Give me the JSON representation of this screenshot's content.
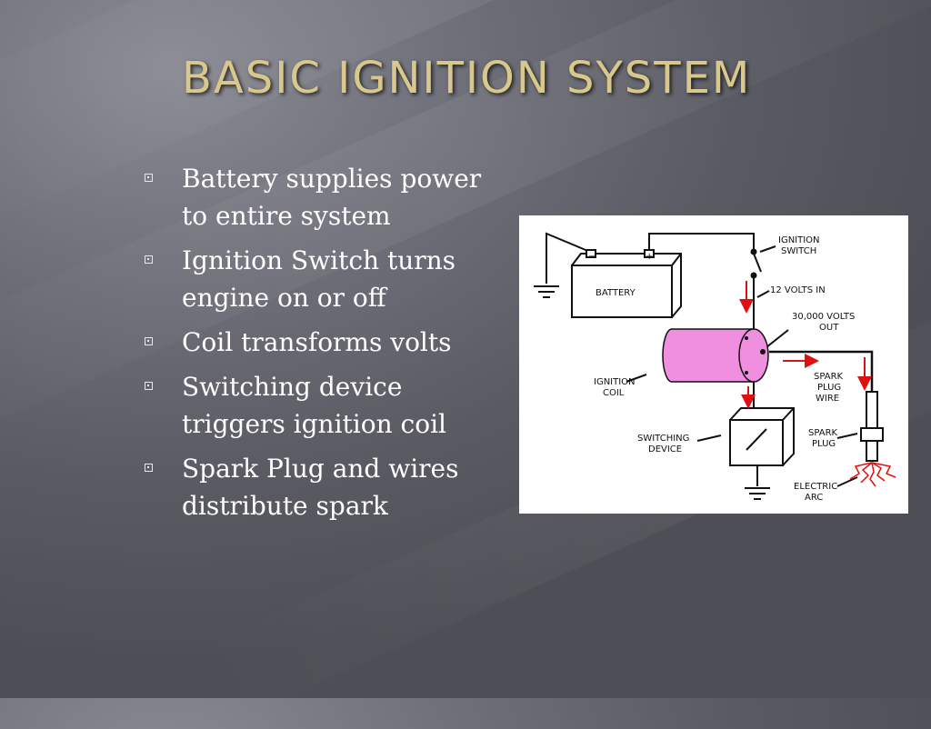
{
  "slide": {
    "title": "BASIC IGNITION SYSTEM",
    "bullets": [
      "Battery supplies power to entire system",
      "Ignition Switch turns engine on or off",
      "Coil transforms volts",
      "Switching device triggers ignition coil",
      "Spark Plug and wires distribute spark"
    ]
  },
  "diagram": {
    "labels": {
      "battery": "BATTERY",
      "ignition_switch_1": "IGNITION",
      "ignition_switch_2": "SWITCH",
      "volts_in": "12 VOLTS IN",
      "volts_out_1": "30,000 VOLTS",
      "volts_out_2": "OUT",
      "ignition_coil_1": "IGNITION",
      "ignition_coil_2": "COIL",
      "spark_plug_wire_1": "SPARK",
      "spark_plug_wire_2": "PLUG",
      "spark_plug_wire_3": "WIRE",
      "switching_device_1": "SWITCHING",
      "switching_device_2": "DEVICE",
      "spark_plug_1": "SPARK",
      "spark_plug_2": "PLUG",
      "electric_arc_1": "ELECTRIC",
      "electric_arc_2": "ARC",
      "battery_terminal_neg": "−",
      "battery_terminal_pos": "+"
    },
    "colors": {
      "coil": "#f08ee0",
      "arrows": "#e01010",
      "lines": "#111111"
    }
  }
}
